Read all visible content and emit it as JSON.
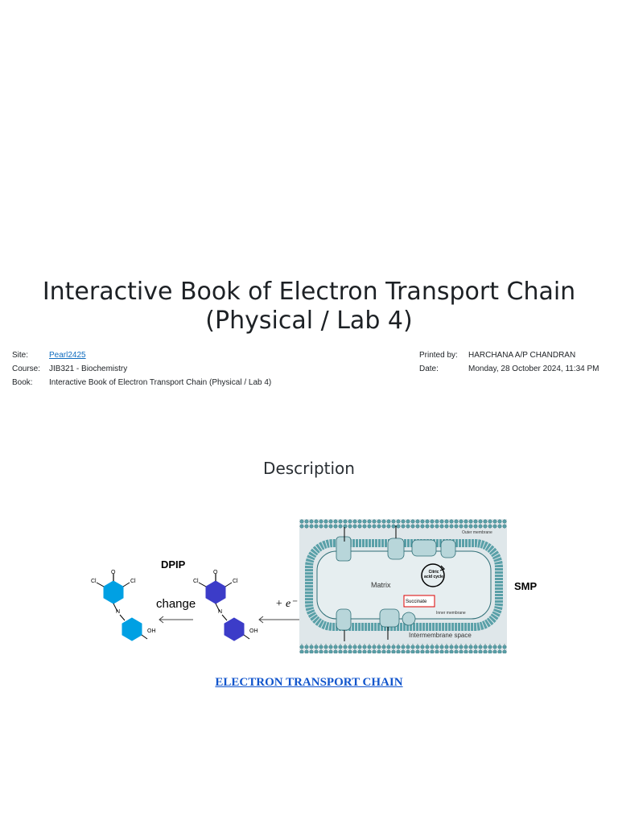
{
  "title": "Interactive Book of Electron Transport Chain (Physical / Lab 4)",
  "meta": {
    "site_label": "Site:",
    "site_value": "Pearl2425",
    "course_label": "Course:",
    "course_value": "JIB321 - Biochemistry",
    "book_label": "Book:",
    "book_value": "Interactive Book of Electron Transport Chain (Physical / Lab 4)",
    "printed_label": "Printed by:",
    "printed_value": "HARCHANA A/P CHANDRAN",
    "date_label": "Date:",
    "date_value": "Monday, 28 October 2024, 11:34 PM"
  },
  "section_heading": "Description",
  "figure": {
    "dpip_label": "DPIP",
    "change_label": "change",
    "electron_label": "+ e⁻",
    "smp_label": "SMP",
    "matrix_label": "Matrix",
    "citric_label": "Citric acid cycle",
    "succinate_label": "Succinate",
    "intermembrane_label": "Intermembrane space",
    "outer_label": "Outer membrane",
    "inner_label": "Inner membrane",
    "cl": "Cl",
    "o": "O",
    "n": "N",
    "oh": "OH",
    "colors": {
      "oxidized": "#00a0e3",
      "reduced": "#3c3cc8"
    }
  },
  "link_text": "ELECTRON TRANSPORT CHAIN"
}
